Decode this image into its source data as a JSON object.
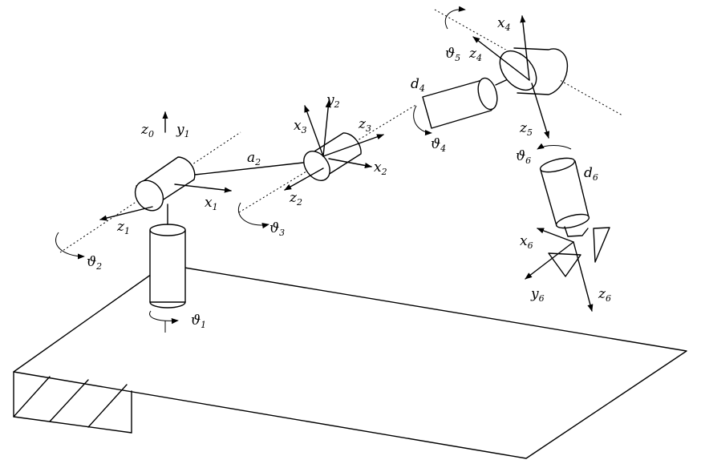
{
  "labels": {
    "z0": {
      "base": "z",
      "sub": "0"
    },
    "y1": {
      "base": "y",
      "sub": "1"
    },
    "x1": {
      "base": "x",
      "sub": "1"
    },
    "z1": {
      "base": "z",
      "sub": "1"
    },
    "theta1": {
      "base": "ϑ",
      "sub": "1"
    },
    "theta2": {
      "base": "ϑ",
      "sub": "2"
    },
    "a2": {
      "base": "a",
      "sub": "2"
    },
    "x3": {
      "base": "x",
      "sub": "3"
    },
    "y2": {
      "base": "y",
      "sub": "2"
    },
    "z3": {
      "base": "z",
      "sub": "3"
    },
    "x2": {
      "base": "x",
      "sub": "2"
    },
    "z2": {
      "base": "z",
      "sub": "2"
    },
    "theta3": {
      "base": "ϑ",
      "sub": "3"
    },
    "d4": {
      "base": "d",
      "sub": "4"
    },
    "theta4": {
      "base": "ϑ",
      "sub": "4"
    },
    "theta5": {
      "base": "ϑ",
      "sub": "5"
    },
    "z4": {
      "base": "z",
      "sub": "4"
    },
    "x4": {
      "base": "x",
      "sub": "4"
    },
    "z5": {
      "base": "z",
      "sub": "5"
    },
    "theta6": {
      "base": "ϑ",
      "sub": "6"
    },
    "d6": {
      "base": "d",
      "sub": "6"
    },
    "x6": {
      "base": "x",
      "sub": "6"
    },
    "y6": {
      "base": "y",
      "sub": "6"
    },
    "z6": {
      "base": "z",
      "sub": "6"
    }
  }
}
